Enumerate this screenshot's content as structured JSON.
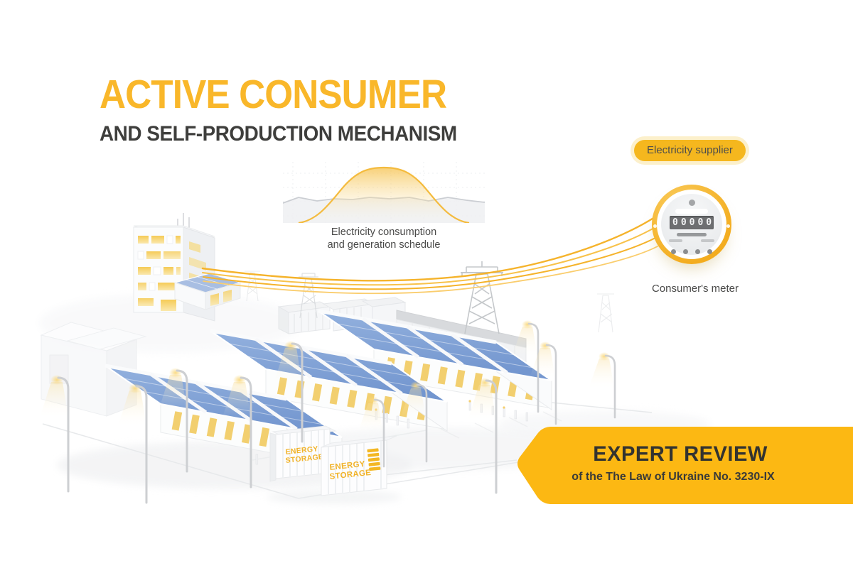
{
  "header": {
    "title": "ACTIVE CONSUMER",
    "subtitle": "AND SELF-PRODUCTION MECHANISM"
  },
  "schedule": {
    "caption_line1": "Electricity consumption",
    "caption_line2": "and generation schedule"
  },
  "supplier": {
    "label": "Electricity supplier"
  },
  "meter": {
    "label": "Consumer's meter",
    "display_value": "00000"
  },
  "storage": {
    "line1": "ENERGY",
    "line2": "STORAGE"
  },
  "ribbon": {
    "title": "EXPERT REVIEW",
    "subtitle": "of the The Law of Ukraine No. 3230-IX"
  },
  "colors": {
    "accent_yellow": "#F9B72A",
    "ribbon_yellow": "#FCB813",
    "pill_yellow": "#F5B71E",
    "pill_halo": "#FCF0CB",
    "power_line_yellow": "#F5B32B",
    "solar_panel_blue": "#7E9FD2",
    "window_yellow": "#F5CB56",
    "dark_text": "#3E3E3C",
    "muted_text": "#4A4A49",
    "consumption_line_gray": "#CBCED3"
  },
  "chart_data": {
    "type": "area",
    "title": "Electricity consumption and generation schedule",
    "axes_visible": false,
    "legend": false,
    "grid": "faint dotted",
    "series": [
      {
        "name": "generation (bell curve)",
        "color": "#F6C14A",
        "x_norm": [
          0.08,
          0.2,
          0.31,
          0.5,
          0.69,
          0.8,
          0.92
        ],
        "y_norm": [
          0.0,
          0.25,
          0.75,
          1.0,
          0.75,
          0.25,
          0.0
        ]
      },
      {
        "name": "consumption (steady line)",
        "color": "#CBCED3",
        "x_norm": [
          0,
          0.25,
          0.5,
          0.75,
          1
        ],
        "y_norm": [
          0.32,
          0.38,
          0.4,
          0.36,
          0.33
        ]
      }
    ]
  }
}
